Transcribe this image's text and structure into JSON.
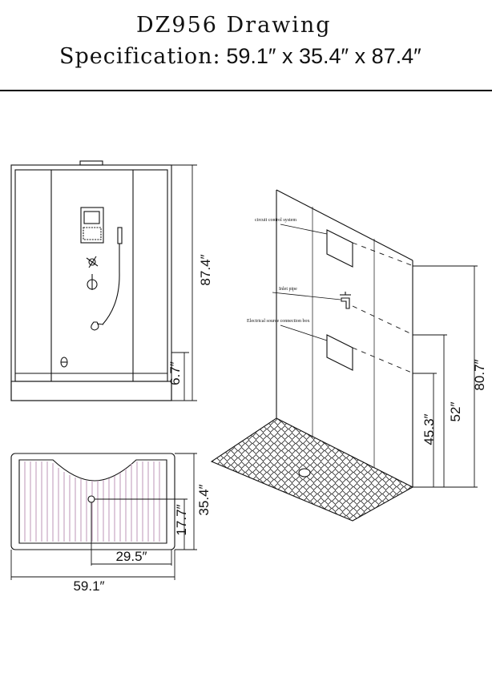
{
  "header": {
    "title": "DZ956 Drawing",
    "spec_label": "Specification:",
    "spec_value": "59.1″ x 35.4″ x 87.4″"
  },
  "front_view": {
    "height_dim": "87.4″",
    "base_dim": "6.7″"
  },
  "top_view": {
    "width_dim": "59.1″",
    "depth_dim": "35.4″",
    "drain_x_dim": "29.5″",
    "drain_y_dim": "17.7″"
  },
  "iso_view": {
    "labels": {
      "control": "circuit control system",
      "inlet": "Inlet pipe",
      "electrical": "Electrical source connection box"
    },
    "dims": {
      "d1": "80.7″",
      "d2": "52″",
      "d3": "45.3″"
    }
  }
}
